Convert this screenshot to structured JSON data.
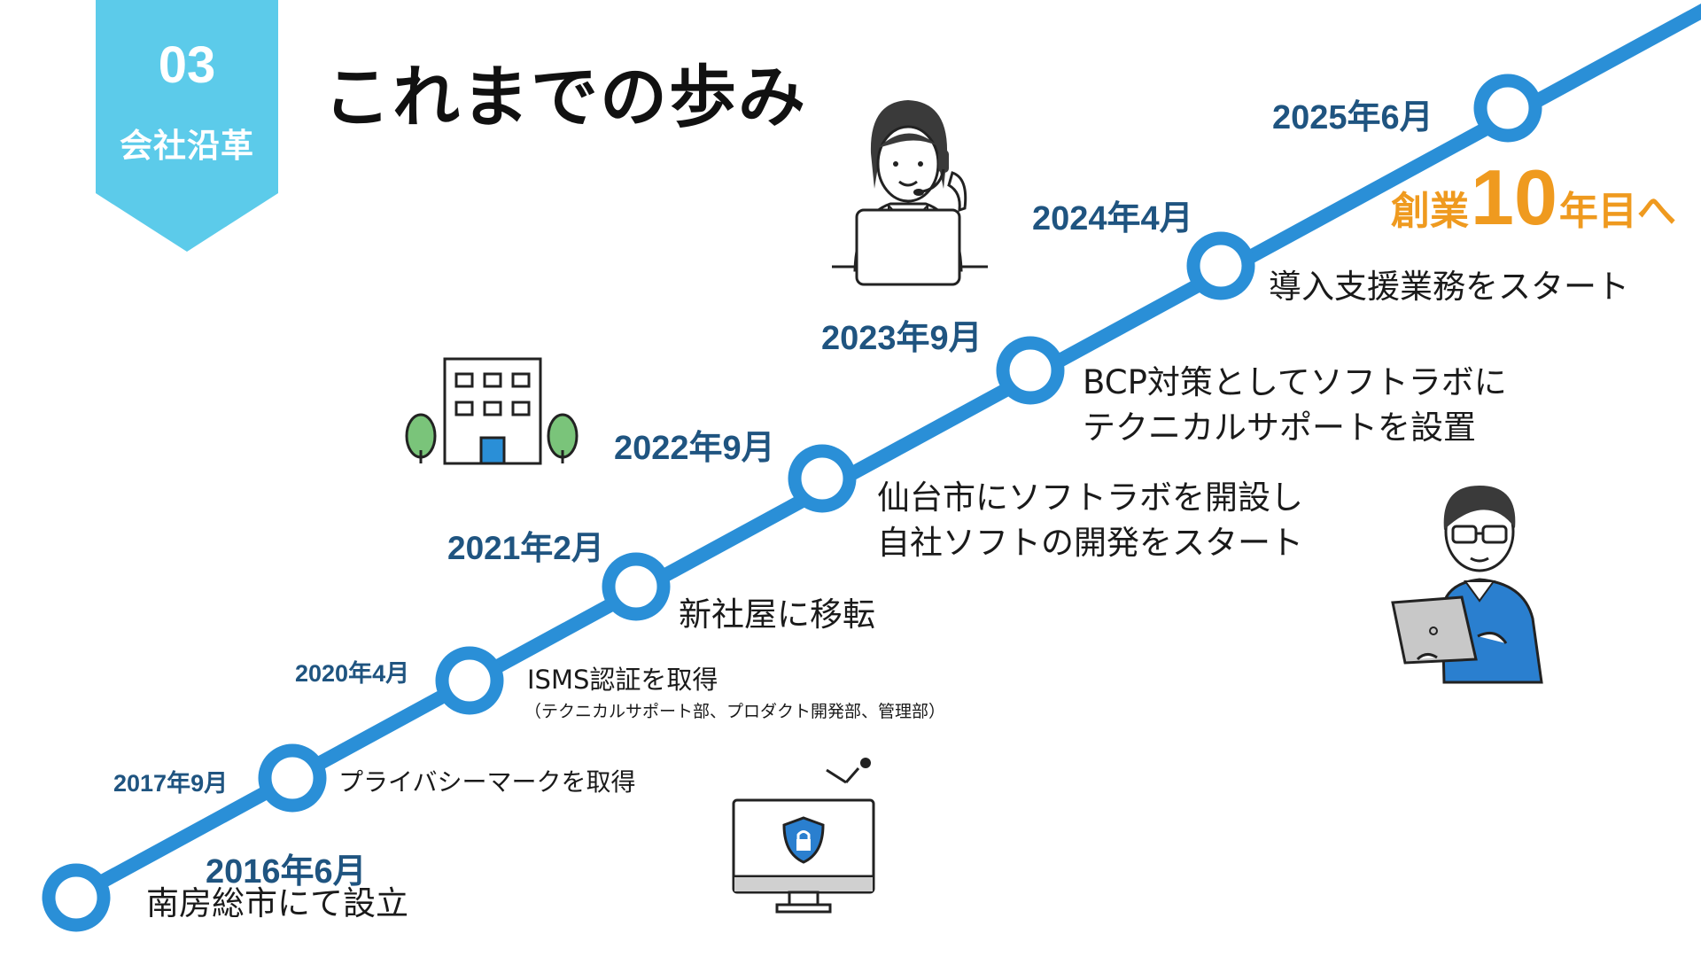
{
  "header": {
    "section_number": "03",
    "section_label": "会社沿革",
    "title": "これまでの歩み"
  },
  "colors": {
    "badge": "#5ccbea",
    "line": "#2a8fd7",
    "date": "#1f5480",
    "accent": "#ef9a1f",
    "text": "#1a1a1a"
  },
  "events": [
    {
      "date": "2016年6月",
      "lines": [
        "南房総市にて設立"
      ]
    },
    {
      "date": "2017年9月",
      "lines": [
        "プライバシーマークを取得"
      ]
    },
    {
      "date": "2020年4月",
      "lines": [
        "ISMS認証を取得"
      ],
      "note": "（テクニカルサポート部、プロダクト開発部、管理部）"
    },
    {
      "date": "2021年2月",
      "lines": [
        "新社屋に移転"
      ]
    },
    {
      "date": "2022年9月",
      "lines": [
        "仙台市にソフトラボを開設し",
        "自社ソフトの開発をスタート"
      ]
    },
    {
      "date": "2023年9月",
      "lines": [
        "BCP対策としてソフトラボに",
        "テクニカルサポートを設置"
      ]
    },
    {
      "date": "2024年4月",
      "lines": [
        "導入支援業務をスタート"
      ]
    },
    {
      "date": "2025年6月",
      "lines": []
    }
  ],
  "milestone": {
    "prefix": "創業",
    "number": "10",
    "suffix": "年目へ"
  },
  "illustrations": {
    "operator": "operator-with-headset-icon",
    "building": "office-building-icon",
    "engineer": "engineer-with-laptop-icon",
    "monitor": "security-monitor-icon"
  }
}
